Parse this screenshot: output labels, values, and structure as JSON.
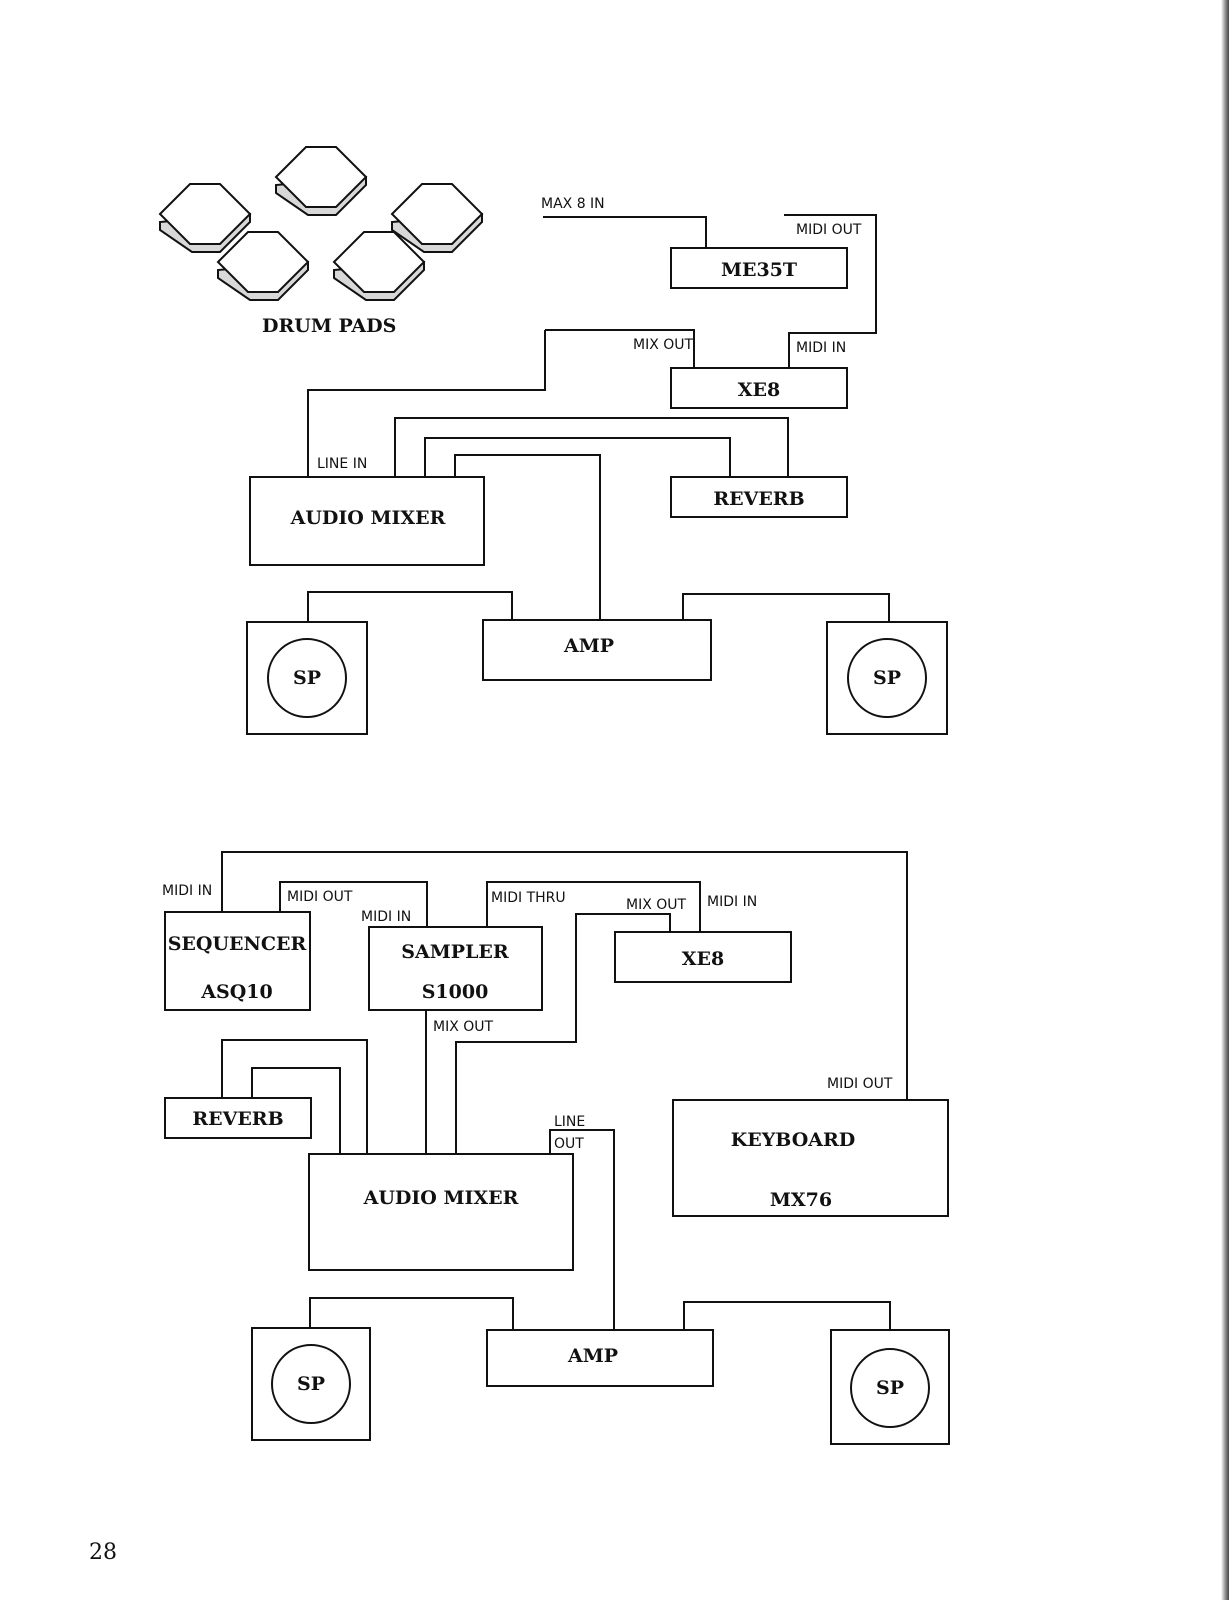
{
  "page_number": "28",
  "diagram1": {
    "drum_pads_label": "DRUM PADS",
    "max8in": "MAX 8 IN",
    "me35t": "ME35T",
    "midi_out": "MIDI OUT",
    "midi_in": "MIDI IN",
    "mix_out": "MIX OUT",
    "xe8": "XE8",
    "line_in": "LINE IN",
    "audio_mixer": "AUDIO MIXER",
    "reverb": "REVERB",
    "amp": "AMP",
    "sp_left": "SP",
    "sp_right": "SP"
  },
  "diagram2": {
    "midi_in_seq": "MIDI IN",
    "midi_out_seq": "MIDI OUT",
    "sequencer": "SEQUENCER",
    "asq10": "ASQ10",
    "midi_in_sampler": "MIDI IN",
    "sampler": "SAMPLER",
    "s1000": "S1000",
    "midi_thru": "MIDI THRU",
    "mix_out_xe8": "MIX OUT",
    "midi_in_xe8": "MIDI IN",
    "xe8": "XE8",
    "mix_out_sampler": "MIX OUT",
    "reverb": "REVERB",
    "line": "LINE",
    "out": "OUT",
    "midi_out_kb": "MIDI OUT",
    "keyboard": "KEYBOARD",
    "mx76": "MX76",
    "audio_mixer": "AUDIO MIXER",
    "amp": "AMP",
    "sp_left": "SP",
    "sp_right": "SP"
  }
}
